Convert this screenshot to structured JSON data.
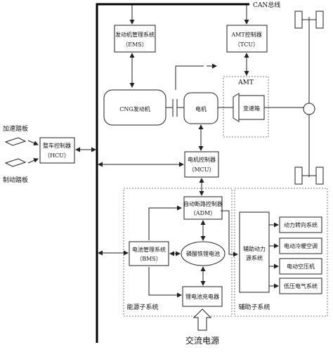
{
  "labels": {
    "can_bus": "CAN总线",
    "ems_line1": "发动机管理系统",
    "ems_line2": "（EMS）",
    "tcu_line1": "AMT控制器",
    "tcu_line2": "（TCU）",
    "amt": "AMT",
    "engine": "CNG发动机",
    "motor": "电机",
    "gearbox": "变速箱",
    "accel_pedal": "加速踏板",
    "brake_pedal": "制动踏板",
    "hcu_line1": "整车控制器",
    "hcu_line2": "（HCU）",
    "mcu_line1": "电机控制器",
    "mcu_line2": "（MCU）",
    "adm_line1": "自动断路控制器",
    "adm_line2": "（ADM）",
    "bms_line1": "电池管理系统",
    "bms_line2": "（BMS）",
    "battery": "磷酸铁锂电池",
    "aux_line1": "辅助动力",
    "aux_line2": "源系统",
    "steering": "动力转向系统",
    "ac": "电动冷暖空调",
    "air_compressor": "电动空压机",
    "low_voltage": "低压电气系统",
    "charger": "锂电池充电器",
    "energy_subsystem": "能源子系统",
    "aux_subsystem": "辅助子系统",
    "ac_power": "交流电源"
  }
}
